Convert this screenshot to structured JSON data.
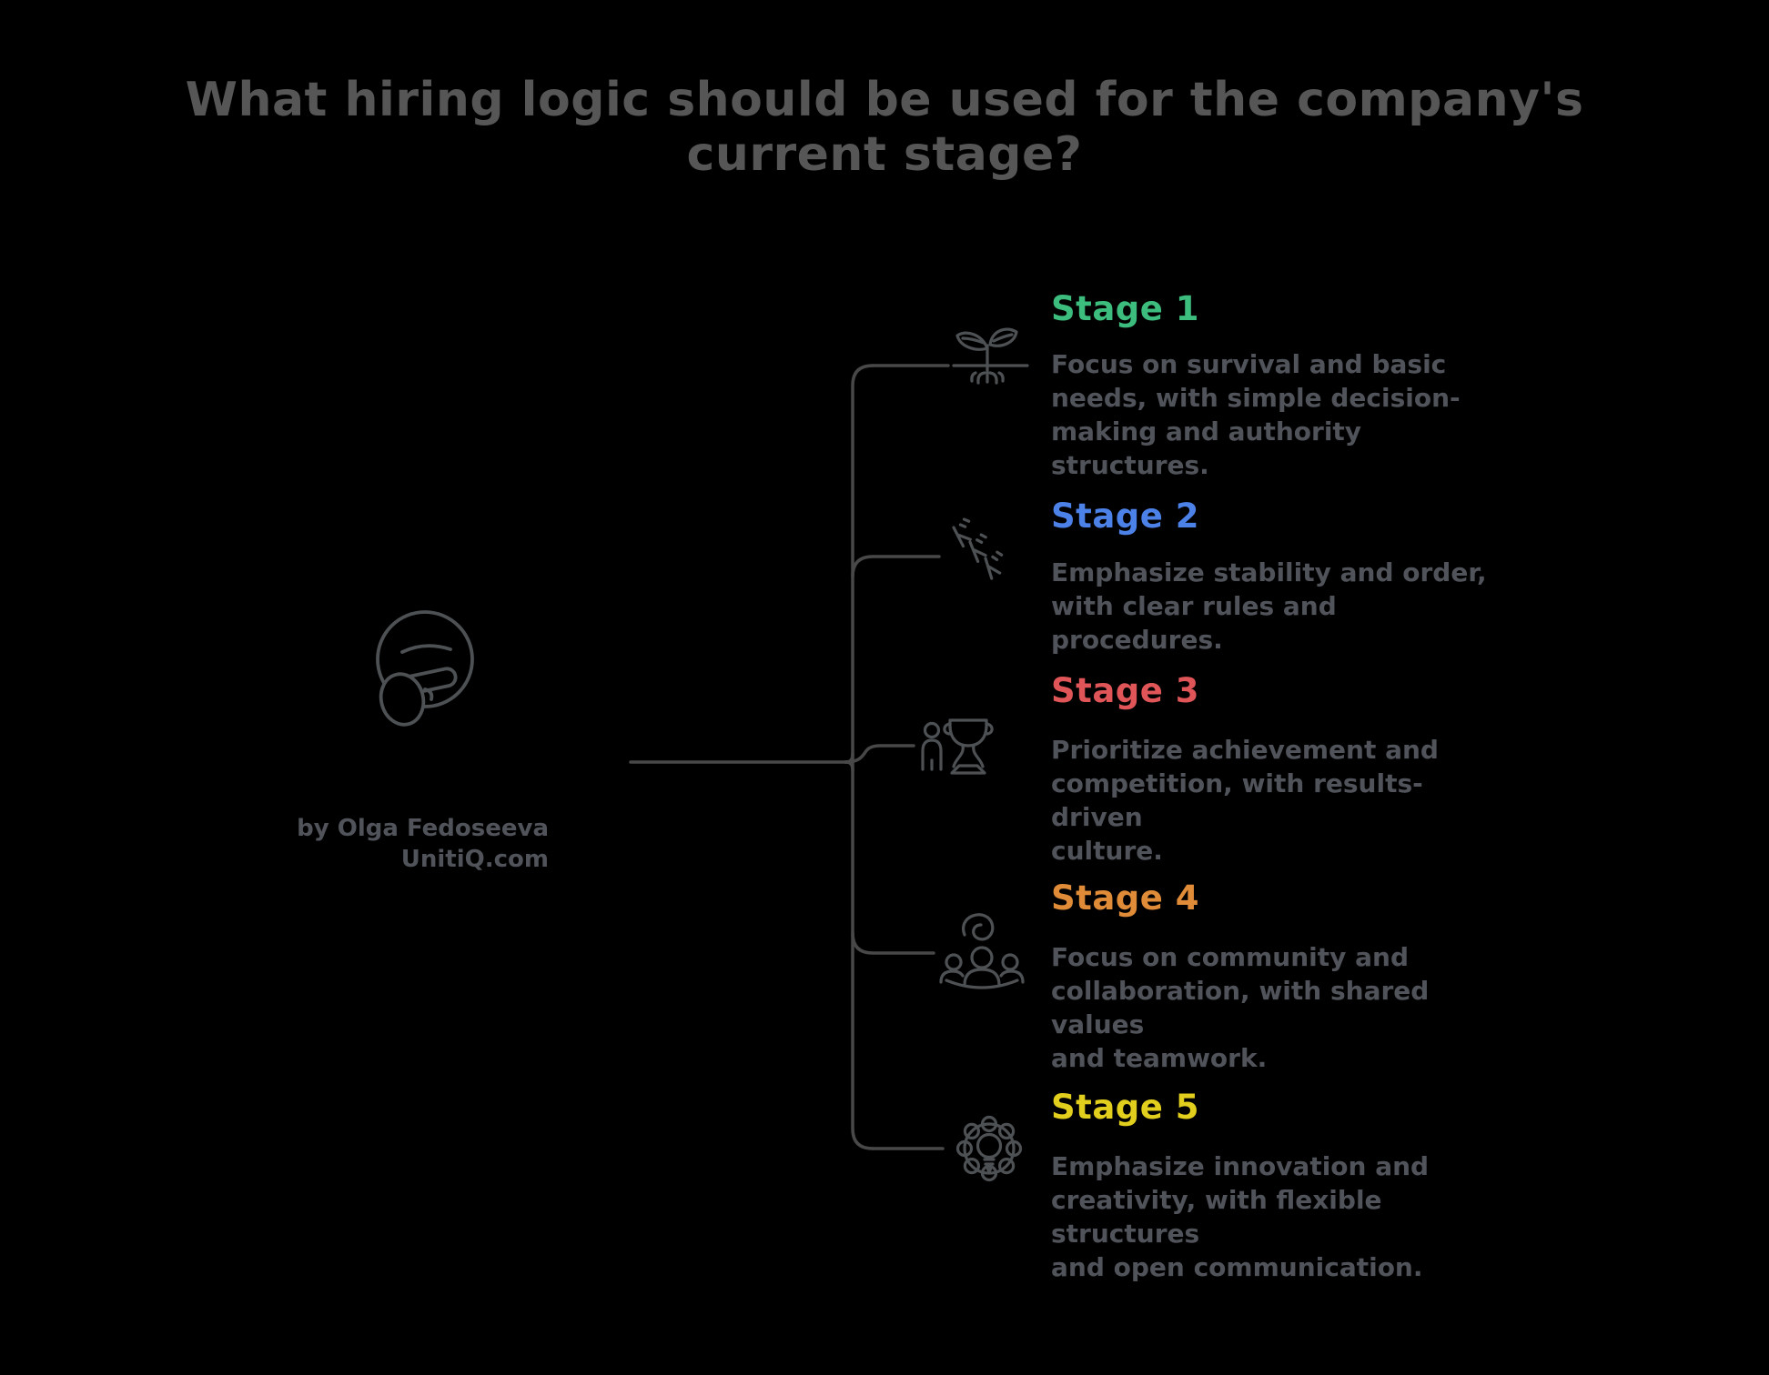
{
  "page": {
    "title": "What hiring logic should be used for the company's\ncurrent stage?",
    "title_color": "#565656",
    "background_color": "#000000",
    "line_color": "#484848",
    "icon_color": "#4e5154",
    "body_text_color": "#50535a"
  },
  "attribution": {
    "text": "by Olga Fedoseeva\nUnitiQ.com"
  },
  "center": {
    "icon": "thinking-face-icon"
  },
  "stages": [
    {
      "label": "Stage 1",
      "color": "#3dbd7d",
      "icon": "seedling-icon",
      "description": "Focus on survival and basic\nneeds, with simple decision-\nmaking and authority structures."
    },
    {
      "label": "Stage 2",
      "color": "#4c82e8",
      "icon": "falling-dominoes-icon",
      "description": "Emphasize stability and order,\nwith clear rules and procedures."
    },
    {
      "label": "Stage 3",
      "color": "#e05658",
      "icon": "winner-trophy-icon",
      "description": "Prioritize achievement and\ncompetition, with results-driven\nculture."
    },
    {
      "label": "Stage 4",
      "color": "#e08b38",
      "icon": "community-people-icon",
      "description": "Focus on community and\ncollaboration, with shared values\nand teamwork."
    },
    {
      "label": "Stage 5",
      "color": "#e2ce1d",
      "icon": "gear-lightbulb-icon",
      "description": "Emphasize innovation and\ncreativity, with flexible structures\nand open communication."
    }
  ]
}
